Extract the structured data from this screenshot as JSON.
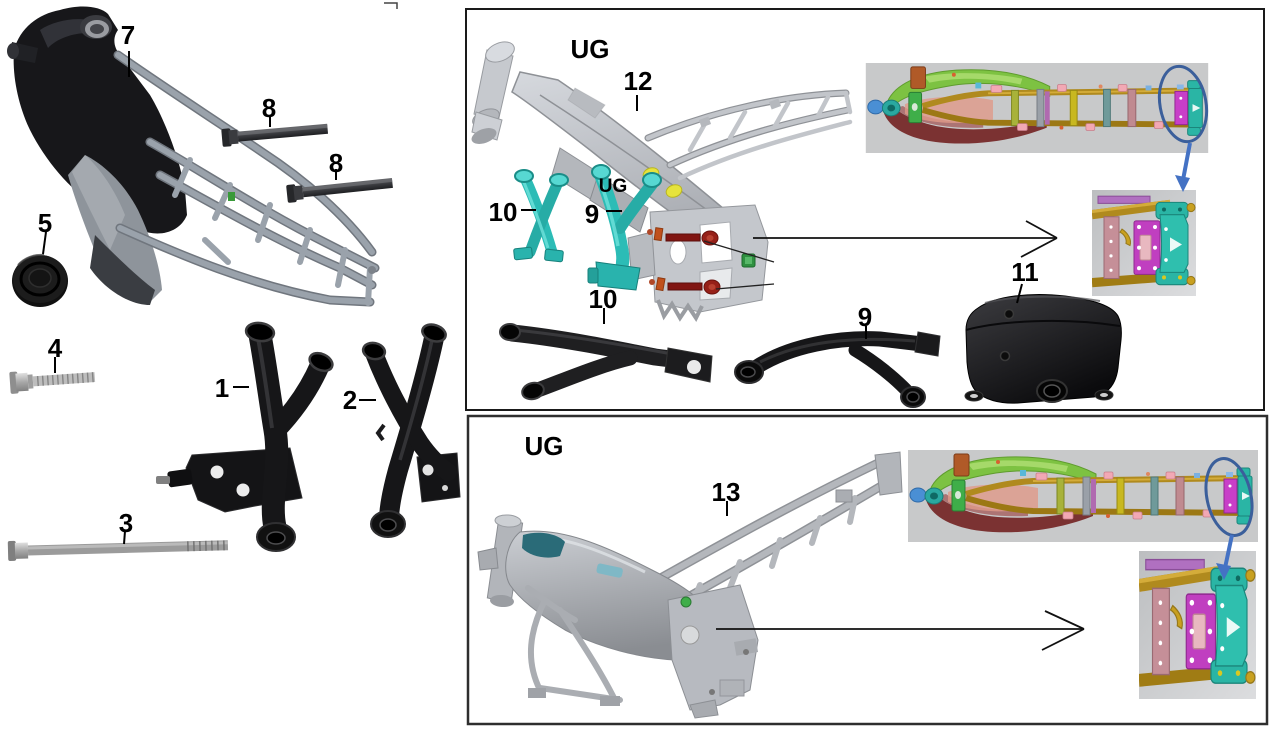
{
  "diagram_labels": {
    "p7": "7",
    "p8a": "8",
    "p8b": "8",
    "p5": "5",
    "p4": "4",
    "p1": "1",
    "p2": "2",
    "p3": "3",
    "ug_top": "UG",
    "p12": "12",
    "p10_cyan": "10",
    "ug_small": "UG",
    "p9_cyan": "9",
    "p10_black": "10",
    "p9_black": "9",
    "p11": "11",
    "ug_bottom": "UG",
    "p13": "13"
  },
  "colors": {
    "highlight_cyan": "#2cbcb6",
    "ellipse_blue": "#3b5f9b",
    "arrow_blue": "#4472c4",
    "bolt_red": "#8e1a14",
    "cad_green": "#7dc242",
    "cad_gold": "#b08a1e",
    "cad_magenta": "#c83fc8",
    "cad_teal": "#2ab5a5",
    "cad_maroon": "#7b3232",
    "cad_background": "#c8c9ca"
  }
}
